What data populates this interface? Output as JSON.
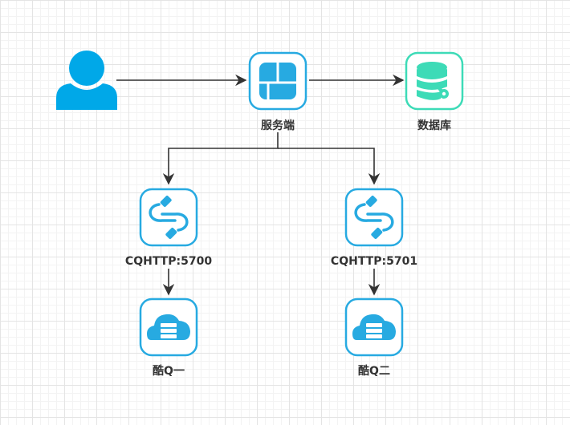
{
  "nodes": {
    "user": {
      "icon": "user-icon",
      "color": "#00a8e8"
    },
    "server": {
      "label": "服务端",
      "icon": "dashboard-icon",
      "color": "#27aae1"
    },
    "database": {
      "label": "数据库",
      "icon": "database-settings-icon",
      "color": "#3ddbb7"
    },
    "cqhttp_a": {
      "label": "CQHTTP:5700",
      "icon": "connector-icon",
      "color": "#27aae1"
    },
    "cqhttp_b": {
      "label": "CQHTTP:5701",
      "icon": "connector-icon",
      "color": "#27aae1"
    },
    "kuq_a": {
      "label": "酷Q一",
      "icon": "cloud-server-icon",
      "color": "#27aae1"
    },
    "kuq_b": {
      "label": "酷Q二",
      "icon": "cloud-server-icon",
      "color": "#27aae1"
    }
  },
  "edges": [
    {
      "from": "user",
      "to": "server"
    },
    {
      "from": "server",
      "to": "database"
    },
    {
      "from": "server",
      "to": "cqhttp_a"
    },
    {
      "from": "server",
      "to": "cqhttp_b"
    },
    {
      "from": "cqhttp_a",
      "to": "kuq_a"
    },
    {
      "from": "cqhttp_b",
      "to": "kuq_b"
    }
  ]
}
